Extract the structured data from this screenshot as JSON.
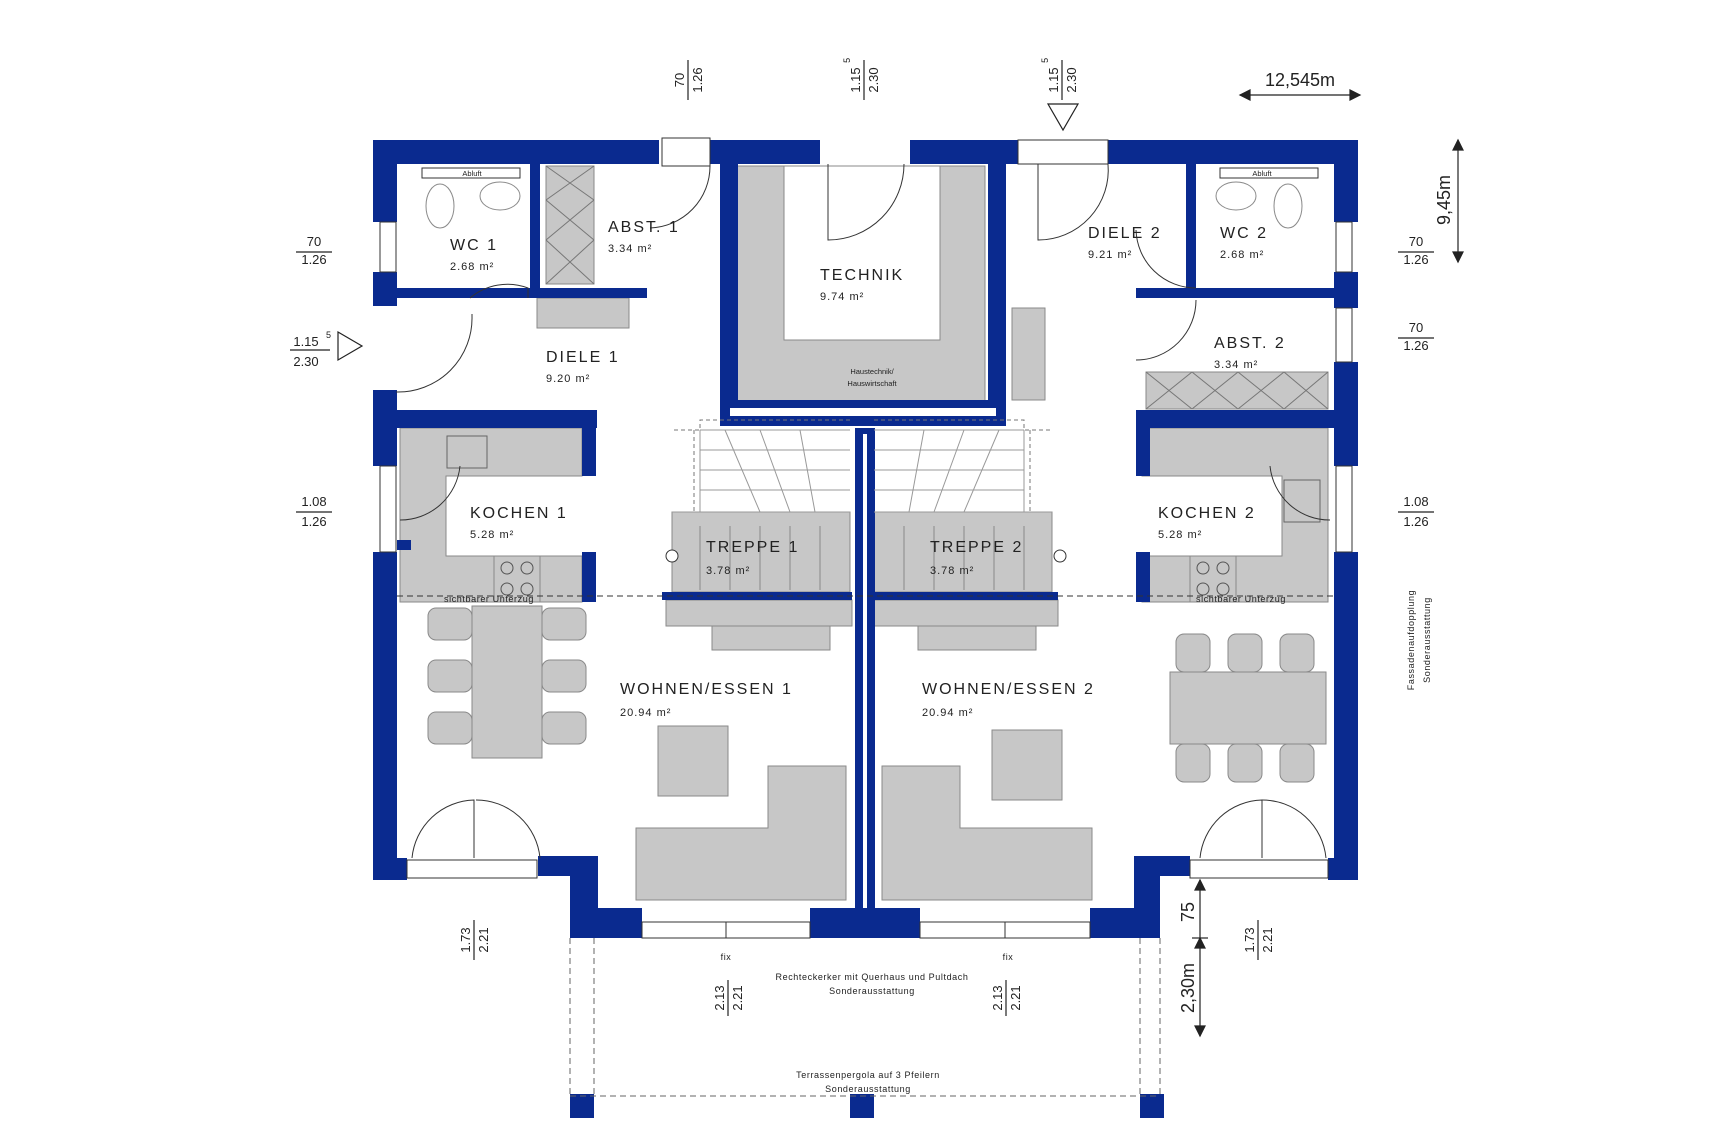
{
  "colors": {
    "wall": "#0a2a8f",
    "fixture": "#c7c7c7",
    "fixture_stroke": "#8a8a8a",
    "line": "#333333"
  },
  "overall": {
    "width": "12,545m",
    "depth": "9,45m",
    "bay_depth": "2,30m",
    "bay_offset": "75"
  },
  "rooms": {
    "wc1": {
      "name": "WC 1",
      "area": "2.68 m²"
    },
    "abst1": {
      "name": "ABST. 1",
      "area": "3.34 m²"
    },
    "diele1": {
      "name": "DIELE 1",
      "area": "9.20 m²"
    },
    "technik": {
      "name": "TECHNIK",
      "area": "9.74 m²",
      "note1": "Haustechnik/",
      "note2": "Hauswirtschaft"
    },
    "diele2": {
      "name": "DIELE 2",
      "area": "9.21 m²"
    },
    "wc2": {
      "name": "WC 2",
      "area": "2.68 m²"
    },
    "abst2": {
      "name": "ABST. 2",
      "area": "3.34 m²"
    },
    "kochen1": {
      "name": "KOCHEN 1",
      "area": "5.28 m²"
    },
    "treppe1": {
      "name": "TREPPE 1",
      "area": "3.78 m²"
    },
    "treppe2": {
      "name": "TREPPE 2",
      "area": "3.78 m²"
    },
    "kochen2": {
      "name": "KOCHEN 2",
      "area": "5.28 m²"
    },
    "wohnen1": {
      "name": "WOHNEN/ESSEN 1",
      "area": "20.94 m²"
    },
    "wohnen2": {
      "name": "WOHNEN/ESSEN 2",
      "area": "20.94 m²"
    }
  },
  "notes": {
    "unterzug1": "sichtbarer Unterzug",
    "unterzug2": "sichtbarer Unterzug",
    "fix1": "fix",
    "fix2": "fix",
    "erker1": "Rechteckerker mit Querhaus und Pultdach",
    "erker2": "Sonderausstattung",
    "pergola1": "Terrassenpergola auf 3 Pfeilern",
    "pergola2": "Sonderausstattung",
    "fassade1": "Fassadenaufdopplung",
    "fassade2": "Sonderausstattung",
    "abluft1": "Abluft",
    "abluft2": "Abluft"
  },
  "window_dims": {
    "top_left": {
      "a": "70",
      "b": "1.26"
    },
    "top_mid_left": {
      "a": "1.15",
      "sup": "5",
      "b": "2.30"
    },
    "top_mid_right": {
      "a": "1.15",
      "sup": "5",
      "b": "2.30"
    },
    "left_wc": {
      "a": "70",
      "b": "1.26"
    },
    "left_entry": {
      "a": "1.15",
      "sup": "5",
      "b": "2.30"
    },
    "left_kitchen": {
      "a": "1.08",
      "b": "1.26"
    },
    "right_wc": {
      "a": "70",
      "b": "1.26"
    },
    "right_abst": {
      "a": "70",
      "b": "1.26"
    },
    "right_kitchen": {
      "a": "1.08",
      "b": "1.26"
    },
    "bottom_left": {
      "a": "1.73",
      "b": "2.21"
    },
    "bottom_right": {
      "a": "1.73",
      "b": "2.21"
    },
    "bay_left": {
      "a": "2.13",
      "b": "2.21"
    },
    "bay_right": {
      "a": "2.13",
      "b": "2.21"
    }
  }
}
